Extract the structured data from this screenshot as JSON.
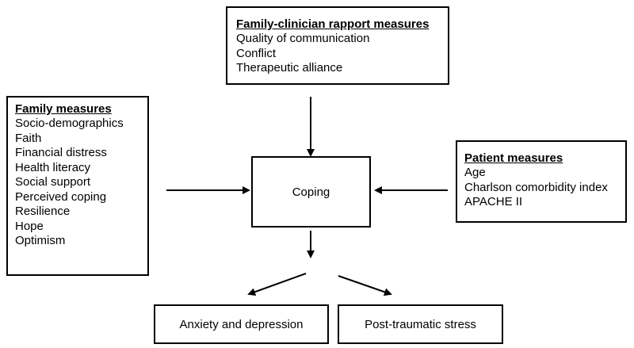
{
  "family_clinician": {
    "title": "Family-clinician rapport measures",
    "items": [
      "Quality of communication",
      "Conflict",
      "Therapeutic alliance"
    ]
  },
  "family": {
    "title": "Family measures",
    "items": [
      "Socio-demographics",
      "Faith",
      "Financial distress",
      "Health literacy",
      "Social support",
      "Perceived coping",
      "Resilience",
      "Hope",
      "Optimism"
    ]
  },
  "patient": {
    "title": "Patient measures",
    "items": [
      "Age",
      "Charlson comorbidity index",
      "APACHE II"
    ]
  },
  "coping": {
    "label": "Coping"
  },
  "outcomes": {
    "anxiety": "Anxiety and depression",
    "ptsd": "Post-traumatic stress"
  }
}
